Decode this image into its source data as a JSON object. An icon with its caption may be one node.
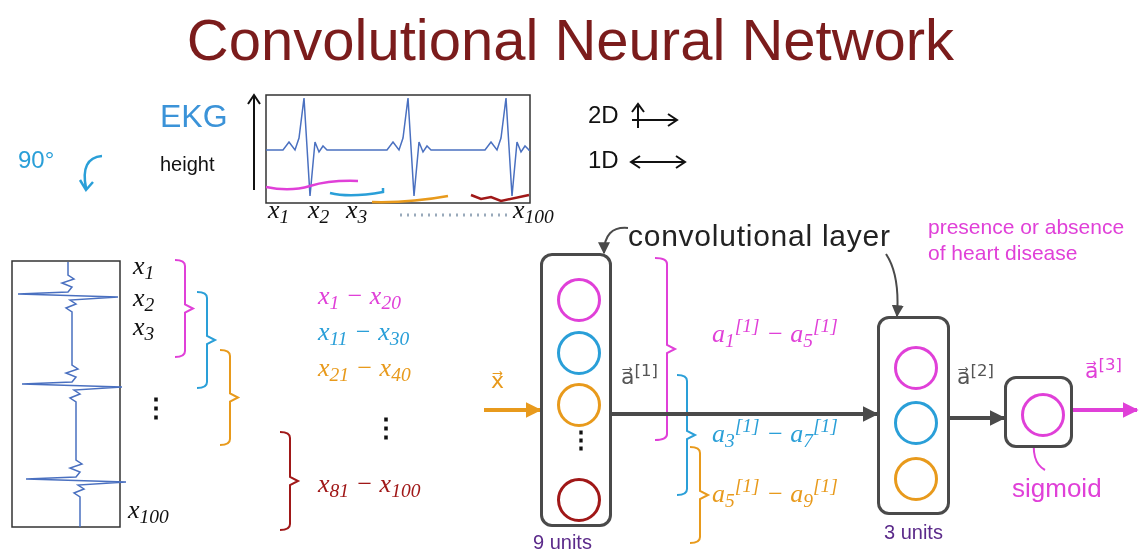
{
  "diagram": {
    "title": "Convolutional Neural Network",
    "nodes": [
      {
        "text": [],
        "shape": "box",
        "beside": [
          "9 units"
        ]
      },
      {
        "text": [],
        "shape": "circle",
        "in": 0
      },
      {
        "text": [],
        "shape": "circle",
        "in": 0
      },
      {
        "text": [],
        "shape": "circle",
        "in": 0
      },
      {
        "text": [],
        "shape": "circle",
        "in": 0
      },
      {
        "text": [],
        "shape": "box",
        "beside": [
          "3 units"
        ]
      },
      {
        "text": [],
        "shape": "circle",
        "in": 5
      },
      {
        "text": [],
        "shape": "circle",
        "in": 5
      },
      {
        "text": [],
        "shape": "circle",
        "in": 5
      },
      {
        "text": [],
        "shape": "box"
      },
      {
        "text": [],
        "shape": "circle",
        "in": 9
      },
      {
        "text": [
          "convolutional layer"
        ]
      },
      {
        "text": [
          "sigmoid"
        ]
      }
    ],
    "edges": [
      {
        "from": null,
        "to": 0,
        "arrow": "to",
        "label": "x⃗",
        "color": "#e89a1c"
      },
      {
        "from": 0,
        "to": 5,
        "arrow": "to",
        "label": "a⃗$^{[1]}$"
      },
      {
        "from": 5,
        "to": 9,
        "arrow": "to",
        "label": "a⃗$^{[2]}$"
      },
      {
        "from": 9,
        "to": null,
        "arrow": "to",
        "label": "a⃗$^{[3]}$",
        "color": "#e040d8"
      },
      {
        "from": 11,
        "to": 0,
        "arrow": "to"
      },
      {
        "from": 11,
        "to": 5,
        "arrow": "to"
      },
      {
        "from": 12,
        "to": 10,
        "arrow": "to",
        "color": "#e040d8"
      }
    ],
    "labels": [
      "90°",
      "EKG",
      "height",
      "x$_{1}$",
      "x$_{2}$",
      "x$_{3}$",
      "x$_{100}$",
      "2D",
      "1D",
      "x$_{1}$",
      "x$_{2}$",
      "x$_{3}$",
      "⋮",
      "x$_{100}$",
      "x$_{1}$ − x$_{20}$",
      "x$_{11}$ − x$_{30}$",
      "x$_{21}$ − x$_{40}$",
      "⋮",
      "x$_{81}$ − x$_{100}$",
      "⋮",
      "a$_{1}$$^{[1]}$ − a$_{5}$$^{[1]}$",
      "a$_{3}$$^{[1]}$ − a$_{7}$$^{[1]}$",
      "a$_{5}$$^{[1]}$ − a$_{9}$$^{[1]}$",
      "presence or absence of heart disease"
    ]
  }
}
